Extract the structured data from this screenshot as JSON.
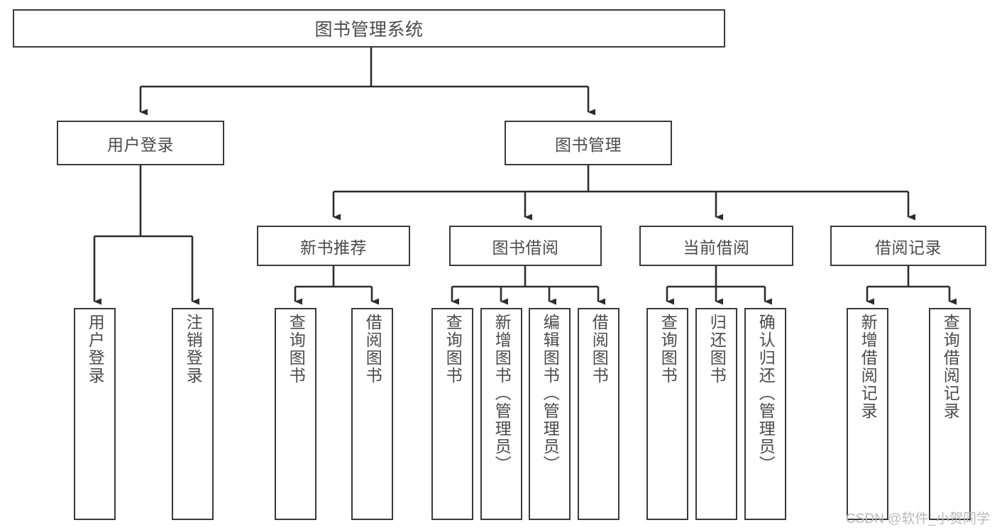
{
  "diagram": {
    "title": "图书管理系统",
    "type": "tree-hierarchy-diagram",
    "colors": {
      "box_border": "#3a3a3a",
      "box_fill": "#ffffff",
      "connector": "#2d2d2d",
      "text": "#4b4b4b",
      "watermark": "#b9b9b9",
      "background": "#ffffff"
    },
    "root": {
      "label": "图书管理系统"
    },
    "level2": [
      {
        "label": "用户登录"
      },
      {
        "label": "图书管理"
      }
    ],
    "level3": [
      {
        "label": "新书推荐"
      },
      {
        "label": "图书借阅"
      },
      {
        "label": "当前借阅"
      },
      {
        "label": "借阅记录"
      }
    ],
    "leaves": {
      "user_login": [
        {
          "label": "用户登录"
        },
        {
          "label": "注销登录"
        }
      ],
      "new_book_recommend": [
        {
          "label": "查询图书"
        },
        {
          "label": "借阅图书"
        }
      ],
      "book_borrow": [
        {
          "label": "查询图书"
        },
        {
          "label": "新增图书（管理员）"
        },
        {
          "label": "编辑图书（管理员）"
        },
        {
          "label": "借阅图书"
        }
      ],
      "current_borrow": [
        {
          "label": "查询图书"
        },
        {
          "label": "归还图书"
        },
        {
          "label": "确认归还（管理员）"
        }
      ],
      "borrow_record": [
        {
          "label": "新增借阅记录"
        },
        {
          "label": "查询借阅记录"
        }
      ]
    },
    "watermark": "CSDN @软件_小贺同学"
  }
}
